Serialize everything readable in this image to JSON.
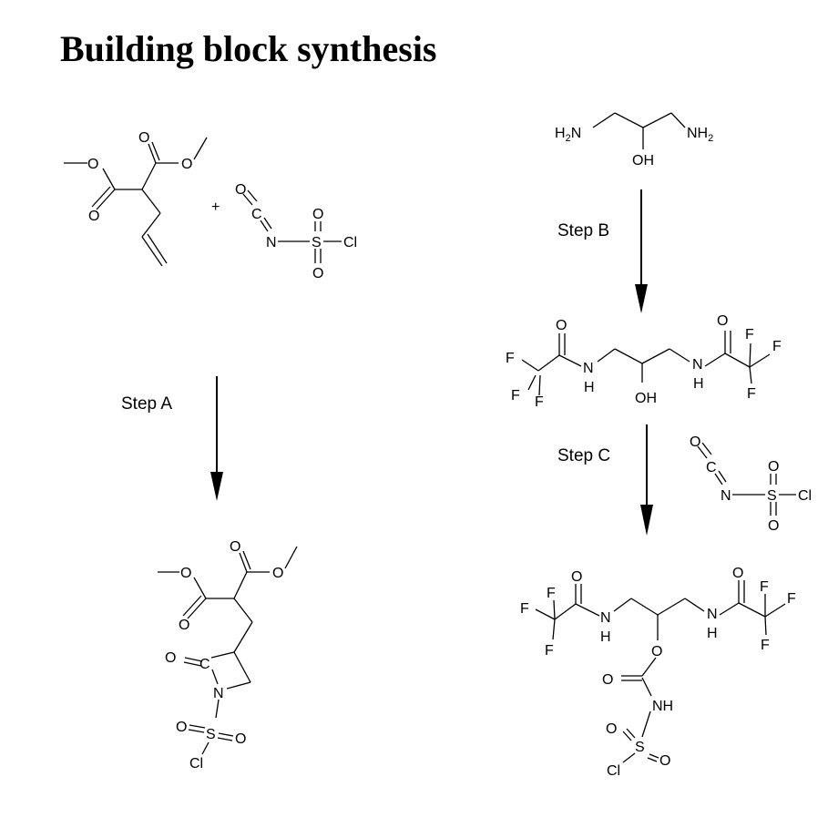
{
  "title": "Building block synthesis",
  "steps": {
    "a": "Step A",
    "b": "Step B",
    "c": "Step C"
  },
  "plus": "+",
  "atoms": {
    "O": "O",
    "N": "N",
    "S": "S",
    "Cl": "Cl",
    "F": "F",
    "C": "C",
    "H": "H",
    "OH": "OH",
    "NH": "NH",
    "H2N": "H2N",
    "NH2": "NH2"
  },
  "colors": {
    "ink": "#000000",
    "background": "#ffffff"
  }
}
